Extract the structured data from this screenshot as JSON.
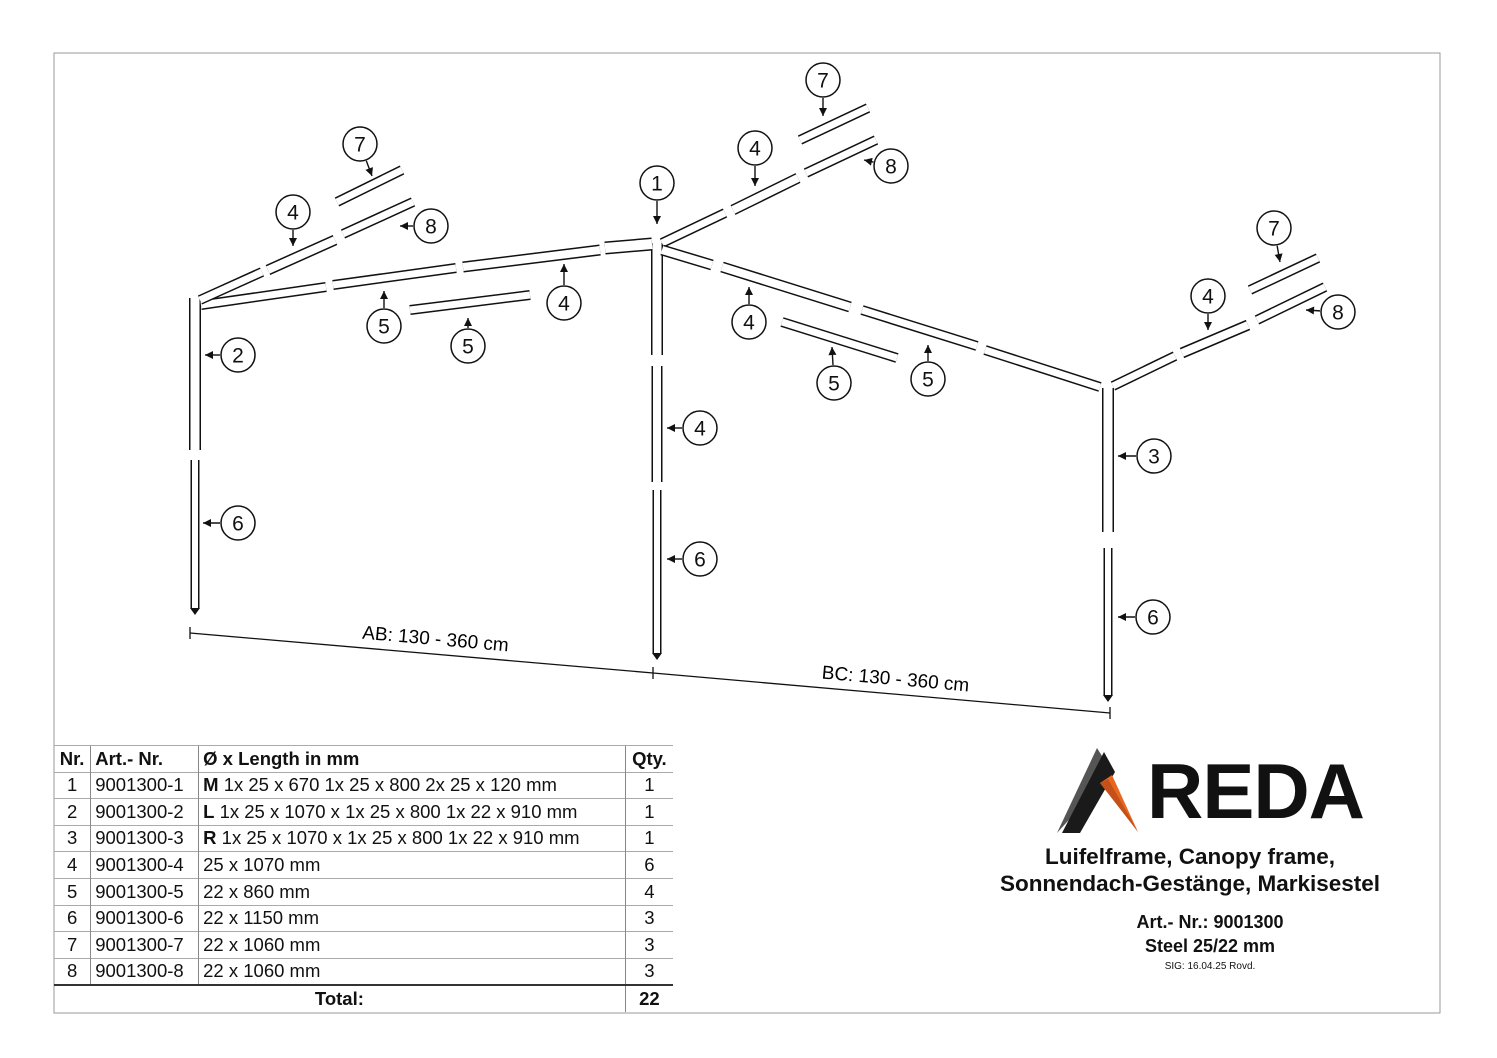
{
  "callouts": [
    "1",
    "2",
    "3",
    "4",
    "5",
    "6",
    "7",
    "8"
  ],
  "dimensions": {
    "ab": "AB: 130 - 360 cm",
    "bc": "BC: 130 - 360 cm"
  },
  "table": {
    "headers": [
      "Nr.",
      "Art.- Nr.",
      "Ø x Length in mm",
      "Qty."
    ],
    "rows": [
      {
        "nr": "1",
        "art": "9001300-1",
        "prefix": "M",
        "desc": " 1x 25 x 670 1x 25 x 800 2x 25 x 120 mm",
        "qty": "1"
      },
      {
        "nr": "2",
        "art": "9001300-2",
        "prefix": "L",
        "desc": " 1x 25 x 1070 x 1x 25 x 800 1x 22 x 910 mm",
        "qty": "1"
      },
      {
        "nr": "3",
        "art": "9001300-3",
        "prefix": "R",
        "desc": " 1x 25 x 1070 x 1x 25 x 800 1x 22 x 910 mm",
        "qty": "1"
      },
      {
        "nr": "4",
        "art": "9001300-4",
        "prefix": "",
        "desc": "25 x 1070 mm",
        "qty": "6"
      },
      {
        "nr": "5",
        "art": "9001300-5",
        "prefix": "",
        "desc": "22 x 860 mm",
        "qty": "4"
      },
      {
        "nr": "6",
        "art": "9001300-6",
        "prefix": "",
        "desc": "22 x 1150 mm",
        "qty": "3"
      },
      {
        "nr": "7",
        "art": "9001300-7",
        "prefix": "",
        "desc": "22 x 1060 mm",
        "qty": "3"
      },
      {
        "nr": "8",
        "art": "9001300-8",
        "prefix": "",
        "desc": "22 x 1060 mm",
        "qty": "3"
      }
    ],
    "total_label": "Total:",
    "total_value": "22"
  },
  "brand": {
    "name": "REDA",
    "colors": {
      "dark": "#1a1a1a",
      "grey": "#555555",
      "orange": "#e8671e"
    }
  },
  "product": {
    "title_line1": "Luifelframe, Canopy frame,",
    "title_line2": "Sonnendach-Gestänge, Markisestel",
    "art_nr": "Art.- Nr.: 9001300",
    "material": "Steel 25/22 mm",
    "sig": "SIG: 16.04.25 Rovd."
  }
}
